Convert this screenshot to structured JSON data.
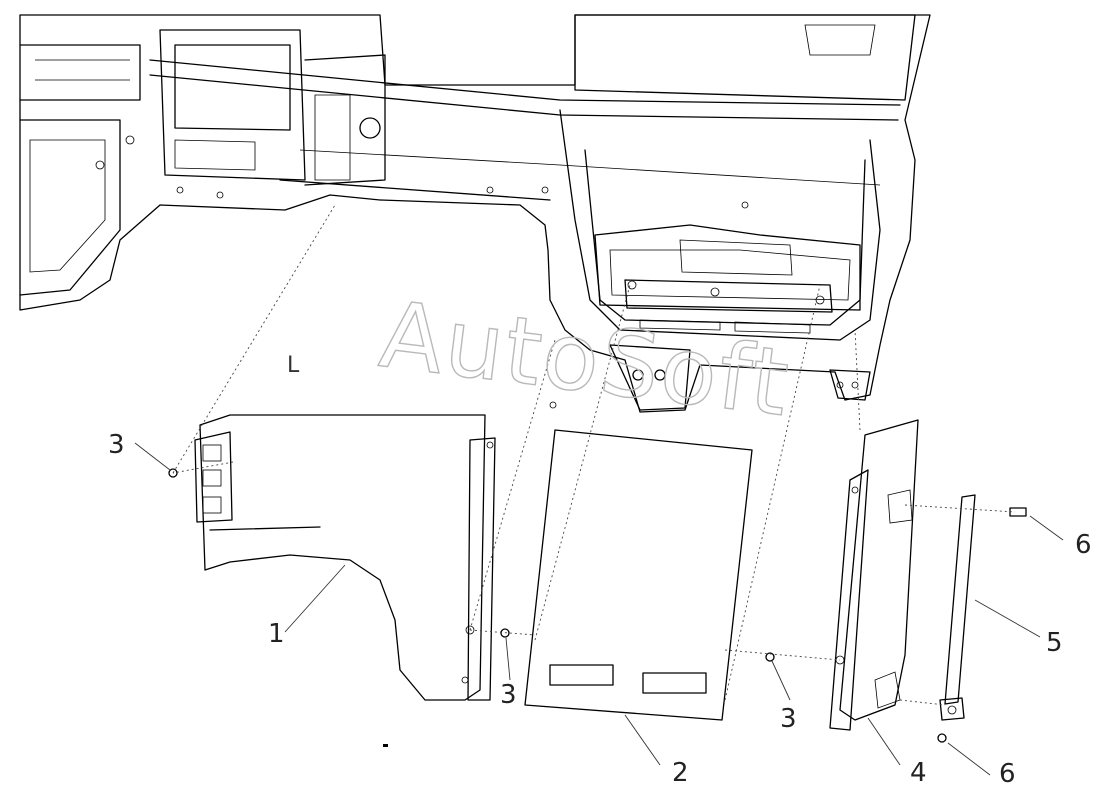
{
  "watermark": "AutoSoft",
  "view_mark": "L",
  "callouts": {
    "c1": "1",
    "c2": "2",
    "c3_left": "3",
    "c3_mid": "3",
    "c3_right": "3",
    "c4": "4",
    "c5": "5",
    "c6_top": "6",
    "c6_bottom": "6"
  }
}
